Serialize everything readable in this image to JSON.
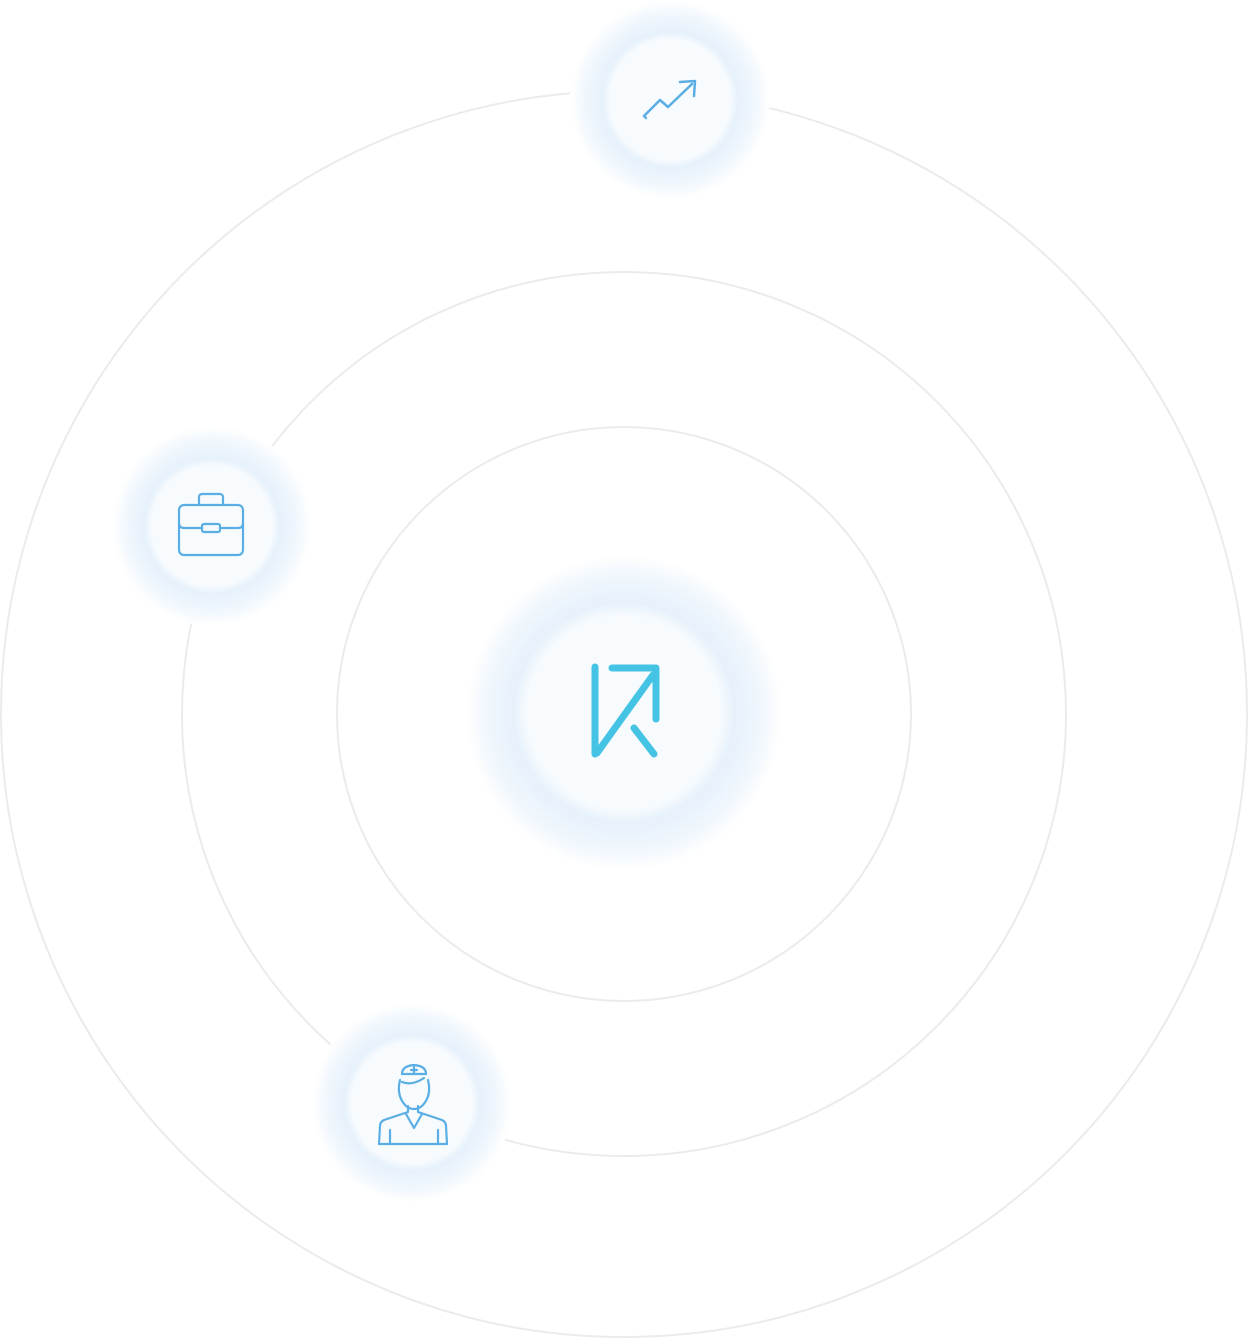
{
  "diagram": {
    "center_logo": {
      "name": "logo-icon",
      "color": "#45c3e4"
    },
    "satellites": [
      {
        "icon": "trending-up-icon",
        "orbit": "outer"
      },
      {
        "icon": "briefcase-icon",
        "orbit": "middle"
      },
      {
        "icon": "nurse-icon",
        "orbit": "middle"
      }
    ],
    "colors": {
      "orbit": "#ebebeb",
      "icon": "#5aaee3",
      "glow": "#dcecfa",
      "node_fill": "#f7fbfe"
    }
  }
}
